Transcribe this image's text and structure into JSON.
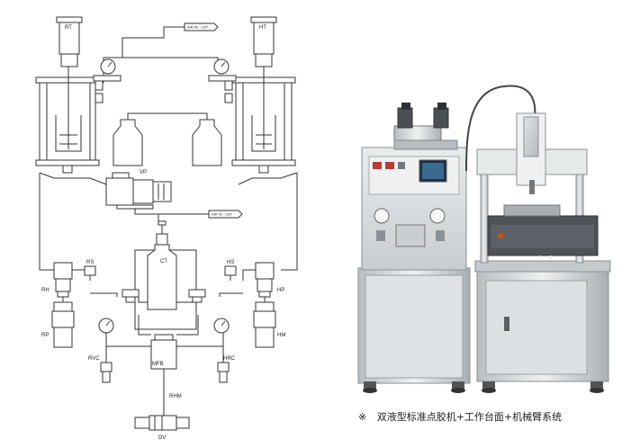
{
  "diagram": {
    "labels": {
      "rt": "RT",
      "ht": "HT",
      "vp": "VP",
      "ct": "CT",
      "rs": "RS",
      "hs": "HS",
      "rh": "RH",
      "hp": "HP",
      "rp": "RP",
      "hm": "HM",
      "rvc": "RVC",
      "mfb": "MFB",
      "hrc": "HRC",
      "rhm": "RHM",
      "dv": "DV",
      "air_top": "AIR IN→1ST",
      "air_mid": "AIR IN→2ST"
    }
  },
  "photo": {
    "caption_mark": "※",
    "caption": "双液型标准点胶机+工作台面+机械臂系统"
  }
}
